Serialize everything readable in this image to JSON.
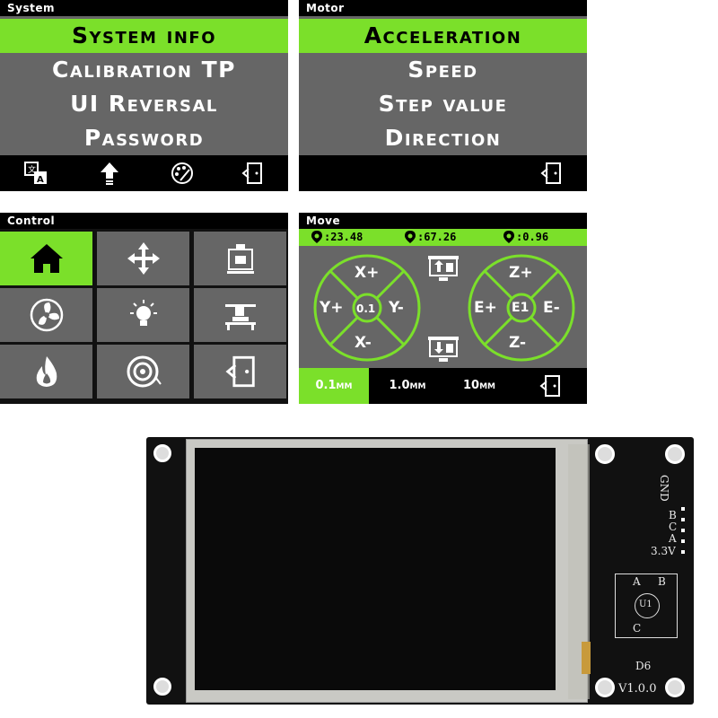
{
  "system": {
    "title": "System",
    "items": [
      "System info",
      "Calibration TP",
      "UI Reversal",
      "Password"
    ]
  },
  "motor": {
    "title": "Motor",
    "items": [
      "Acceleration",
      "Speed",
      "Step value",
      "Direction"
    ]
  },
  "control": {
    "title": "Control"
  },
  "move": {
    "title": "Move",
    "coords": [
      ":23.48",
      ":67.26",
      ":0.96"
    ],
    "left_joystick": {
      "up": "X+",
      "left": "Y+",
      "right": "Y-",
      "down": "X-",
      "center": "0.1"
    },
    "right_joystick": {
      "up": "Z+",
      "left": "E+",
      "right": "E-",
      "down": "Z-",
      "center": "E1"
    },
    "steps": [
      "0.1mm",
      "1.0mm",
      "10mm"
    ]
  },
  "board": {
    "labels": {
      "gnd": "GND",
      "b": "B",
      "c": "C",
      "a": "A",
      "v33": "3.3V",
      "a2": "A",
      "b2": "B",
      "c2": "C",
      "u1": "U1",
      "d6": "D6",
      "version": "V1.0.0"
    }
  },
  "colors": {
    "accent": "#7be02a",
    "panel_bg": "#666666",
    "bar_bg": "#000000"
  }
}
